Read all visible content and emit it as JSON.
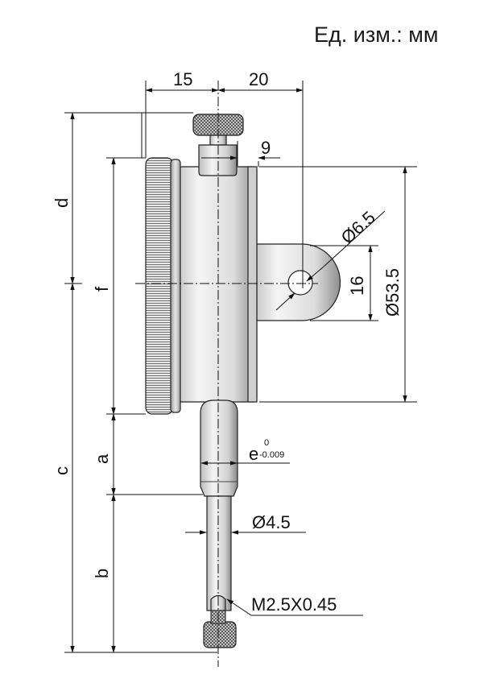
{
  "header": {
    "unit_label": "Ед. изм.: мм"
  },
  "dimensions": {
    "top_left": "15",
    "top_right": "20",
    "stem_clearance": "9",
    "lug_hole": "Ø6.5",
    "lug_height": "16",
    "body_diameter": "Ø53.5",
    "stem_label": "e",
    "stem_tol_upper": "0",
    "stem_tol_lower": "-0.009",
    "spindle_diameter": "Ø4.5",
    "thread": "M2.5X0.45",
    "label_a": "a",
    "label_b": "b",
    "label_c": "c",
    "label_d": "d",
    "label_f": "f"
  },
  "colors": {
    "outline": "#222222",
    "body_light": "#f0f0f0",
    "body_dark": "#9a9a9a",
    "dim_line": "#111111"
  }
}
